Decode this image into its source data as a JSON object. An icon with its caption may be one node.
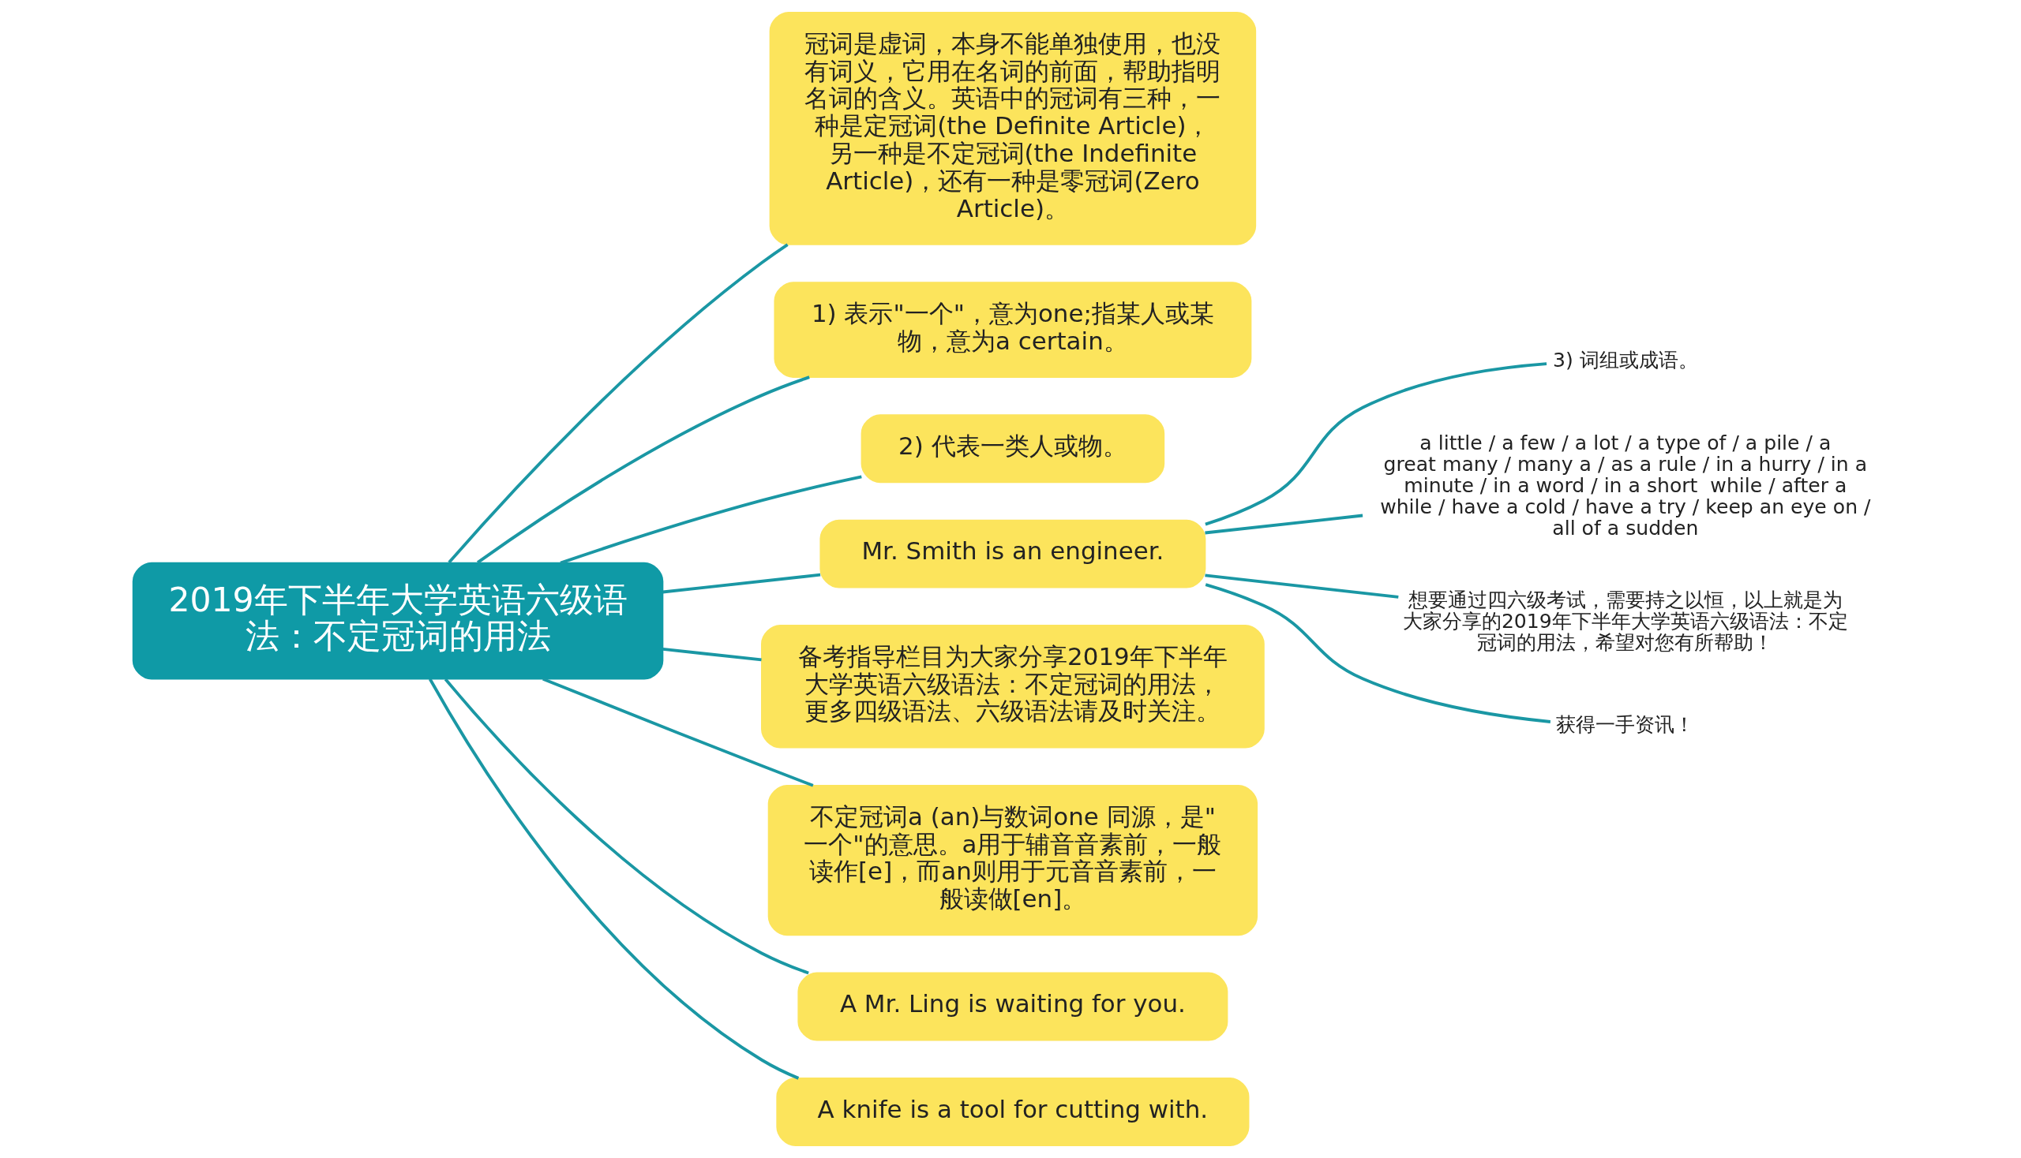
{
  "diagram": {
    "nodes": [
      {
        "text": [
          "2019年下半年大学英语六级语法：不定冠词的用法"
        ]
      },
      {
        "text": [
          "冠词是虚词，本身不能单独使用，也没有词义，它用在名词的前面，帮助指明名词的含义。英语中的冠词有三种，一种是定冠词(the Definite Article)，另一种是不定冠词(the Indefinite Article)，还有一种是零冠词(Zero Article)。"
        ]
      },
      {
        "text": [
          "1) 表示\"一个\"，意为one;指某人或某物，意为a certain。"
        ]
      },
      {
        "text": [
          "2) 代表一类人或物。"
        ]
      },
      {
        "text": [
          "Mr. Smith is an engineer."
        ]
      },
      {
        "text": [
          "3) 词组或成语。"
        ]
      },
      {
        "text": [
          "a little / a few / a lot / a type of / a pile / a great many / many a / as a rule / in a hurry / in a minute / in a word / in a short  while / after a while / have a cold / have a try / keep an eye on / all of a sudden"
        ]
      },
      {
        "text": [
          "想要通过四六级考试，需要持之以恒，以上就是为大家分享的2019年下半年大学英语六级语法：不定冠词的用法，希望对您有所帮助！"
        ]
      },
      {
        "text": [
          "获得一手资讯！"
        ]
      },
      {
        "text": [
          "备考指导栏目为大家分享2019年下半年大学英语六级语法：不定冠词的用法，更多四级语法、六级语法请及时关注。"
        ]
      },
      {
        "text": [
          "不定冠词a (an)与数词one 同源，是\"一个\"的意思。a用于辅音音素前，一般读作[e]，而an则用于元音音素前，一般读做[en]。"
        ]
      },
      {
        "text": [
          "A Mr. Ling is waiting for you."
        ]
      },
      {
        "text": [
          "A knife is a tool for cutting with."
        ]
      }
    ],
    "edges": [
      {
        "from": 0,
        "to": 1,
        "arrow": "none"
      },
      {
        "from": 0,
        "to": 2,
        "arrow": "none"
      },
      {
        "from": 0,
        "to": 3,
        "arrow": "none"
      },
      {
        "from": 0,
        "to": 4,
        "arrow": "none"
      },
      {
        "from": 4,
        "to": 5,
        "arrow": "none"
      },
      {
        "from": 4,
        "to": 6,
        "arrow": "none"
      },
      {
        "from": 4,
        "to": 7,
        "arrow": "none"
      },
      {
        "from": 4,
        "to": 8,
        "arrow": "none"
      },
      {
        "from": 0,
        "to": 9,
        "arrow": "none"
      },
      {
        "from": 0,
        "to": 10,
        "arrow": "none"
      },
      {
        "from": 0,
        "to": 11,
        "arrow": "none"
      },
      {
        "from": 0,
        "to": 12,
        "arrow": "none"
      }
    ]
  }
}
